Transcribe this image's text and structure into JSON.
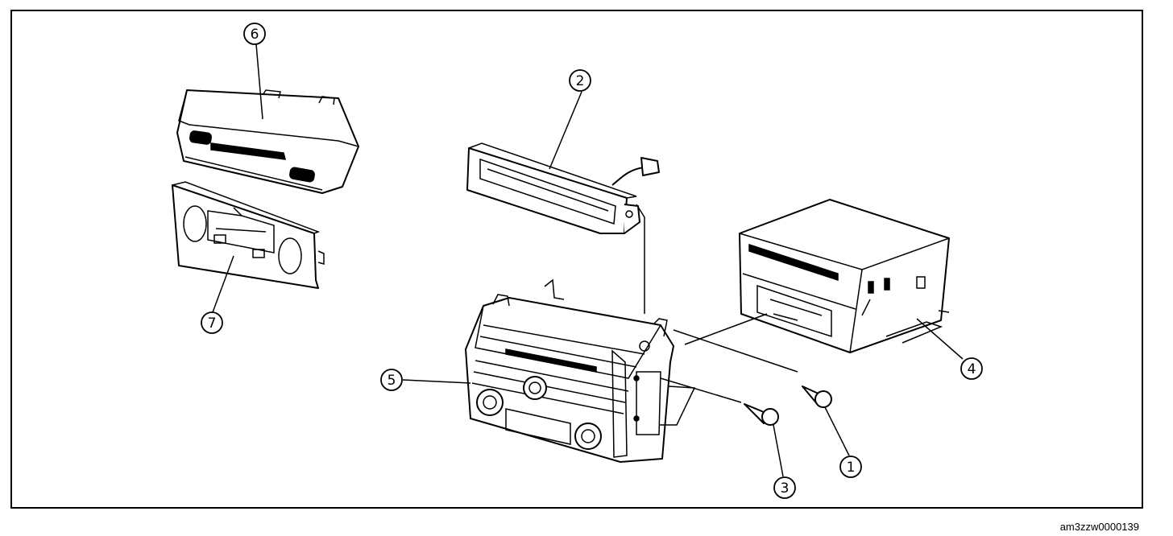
{
  "callouts": {
    "c1": "1",
    "c2": "2",
    "c3": "3",
    "c4": "4",
    "c5": "5",
    "c6": "6",
    "c7": "7"
  },
  "image_code": "am3zzw0000139"
}
